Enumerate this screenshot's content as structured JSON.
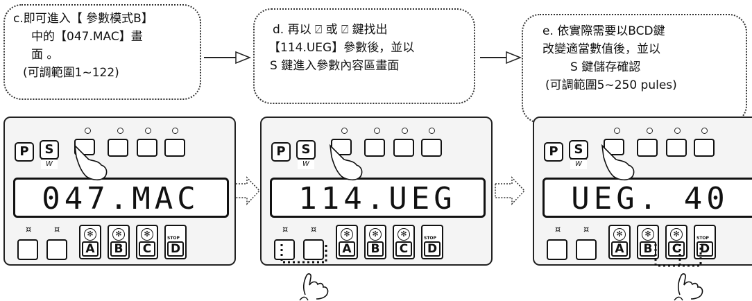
{
  "bubbles": [
    {
      "lines": [
        "c.即可進入【 參數模式B】",
        "中的【047.MAC】畫",
        "面 。",
        "(可調範圍1~122)"
      ]
    },
    {
      "lines": [
        "d. 再以 ⍁ 或 ⍁ 鍵找出",
        "【114.UEG】參數後，並以",
        "S 鍵進入參數內容區畫面"
      ]
    },
    {
      "lines": [
        "e. 依實際需要以BCD鍵",
        "改變適當數值後，並以",
        "S 鍵儲存確認",
        "(可調範圍5~250 pules)"
      ]
    }
  ],
  "panels": [
    {
      "display": "047.MAC",
      "keys": {
        "p": "P",
        "s": "S",
        "w": "W",
        "a": "A",
        "b": "B",
        "c": "C",
        "d": "D",
        "stop": "STOP"
      }
    },
    {
      "display": "114.UEG",
      "keys": {
        "p": "P",
        "s": "S",
        "w": "W",
        "a": "A",
        "b": "B",
        "c": "C",
        "d": "D",
        "stop": "STOP"
      }
    },
    {
      "display": "UEG. 40",
      "keys": {
        "p": "P",
        "s": "S",
        "w": "W",
        "a": "A",
        "b": "B",
        "c": "C",
        "d": "D",
        "stop": "STOP"
      }
    }
  ],
  "icons": {
    "hand": "pointing-hand-icon",
    "arrow": "outline-arrow-icon",
    "bubble_arrow": "thin-arrow-icon"
  },
  "colors": {
    "ink": "#111111",
    "panel": "#f4f4f4",
    "bubble_border": "#333333"
  }
}
